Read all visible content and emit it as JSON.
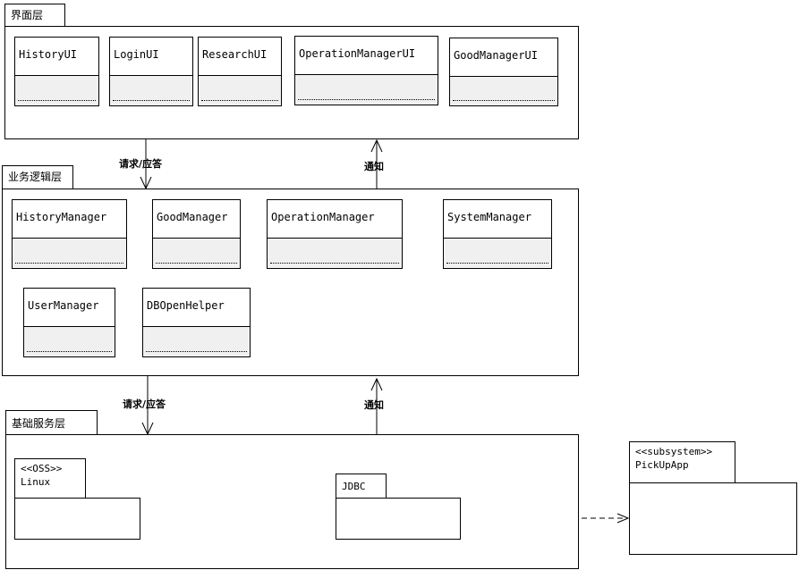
{
  "layers": {
    "ui": {
      "title": "界面层",
      "classes": [
        "HistoryUI",
        "LoginUI",
        "ResearchUI",
        "OperationManagerUI",
        "GoodManagerUI"
      ]
    },
    "logic": {
      "title": "业务逻辑层",
      "classes": [
        "HistoryManager",
        "GoodManager",
        "OperationManager",
        "SystemManager",
        "UserManager",
        "DBOpenHelper"
      ]
    },
    "service": {
      "title": "基础服务层",
      "subsystems": {
        "linux": {
          "stereotype": "<<OSS>>",
          "name": "Linux"
        },
        "jdbc": {
          "name": "JDBC"
        }
      }
    }
  },
  "external": {
    "stereotype": "<<subsystem>>",
    "name": "PickUpApp"
  },
  "connectors": {
    "request_label_1": "请求/应答",
    "notify_label_1": "通知",
    "request_label_2": "请求/应答",
    "notify_label_2": "通知"
  }
}
